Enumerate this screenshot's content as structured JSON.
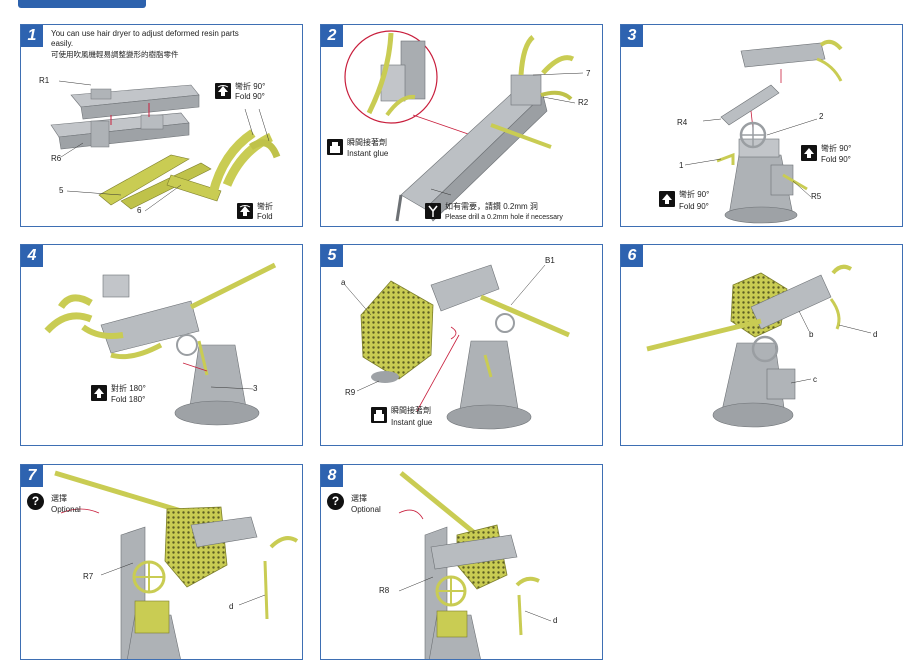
{
  "steps": [
    {
      "number": "1",
      "note_en": "You can use hair dryer to adjust deformed resin parts easily.",
      "note_zh": "可使用吹風機輕易調整變形的樹脂零件",
      "labels": {
        "r1": "R1",
        "r6": "R6",
        "p5": "5",
        "p6": "6"
      },
      "fold90_zh": "彎折 90°",
      "fold90_en": "Fold 90°",
      "fold_zh": "彎折",
      "fold_en": "Fold"
    },
    {
      "number": "2",
      "labels": {
        "p7": "7",
        "r2": "R2"
      },
      "glue_zh": "瞬間接著劑",
      "glue_en": "Instant glue",
      "drill_zh": "如有需要，請鑽 0.2mm 洞",
      "drill_en": "Please drill a 0.2mm hole if necessary"
    },
    {
      "number": "3",
      "labels": {
        "r4": "R4",
        "p2": "2",
        "p1": "1",
        "r5": "R5"
      },
      "fold90a_zh": "彎折 90°",
      "fold90a_en": "Fold 90°",
      "fold90b_zh": "彎折 90°",
      "fold90b_en": "Fold 90°"
    },
    {
      "number": "4",
      "labels": {
        "p3": "3"
      },
      "fold180_zh": "對折 180°",
      "fold180_en": "Fold 180°"
    },
    {
      "number": "5",
      "labels": {
        "a": "a",
        "b1": "B1",
        "r9": "R9"
      },
      "glue_zh": "瞬間接著劑",
      "glue_en": "Instant glue"
    },
    {
      "number": "6",
      "labels": {
        "b": "b",
        "d": "d",
        "c": "c"
      }
    },
    {
      "number": "7",
      "labels": {
        "r7": "R7",
        "d": "d"
      },
      "opt_zh": "選擇",
      "opt_en": "Optional"
    },
    {
      "number": "8",
      "labels": {
        "r8": "R8",
        "d": "d"
      },
      "opt_zh": "選擇",
      "opt_en": "Optional"
    }
  ],
  "colors": {
    "frame": "#3e6fb3",
    "badge": "#2e63b0",
    "resin": "#c9cc53",
    "grey": "#b4b8bc",
    "pointer": "#c81e3c"
  }
}
